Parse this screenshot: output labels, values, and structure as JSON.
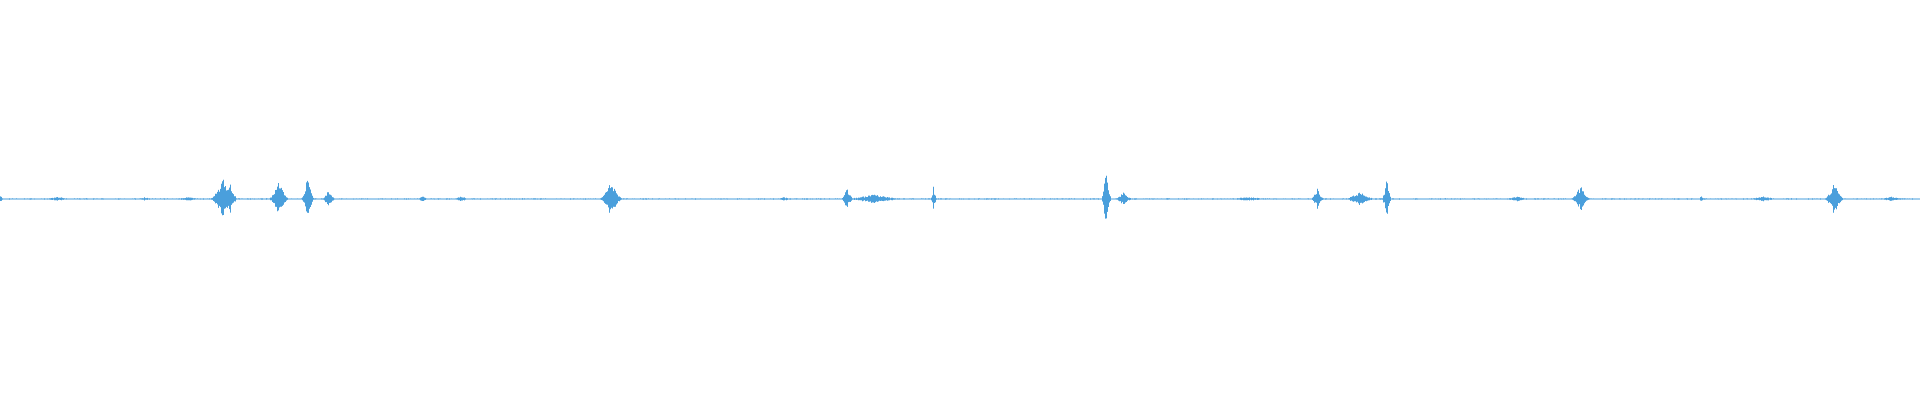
{
  "waveform": {
    "color": "#4a9fdc",
    "baseline_color": "#6aaee0",
    "background": "#ffffff",
    "duration_fraction_visible": 1.0,
    "events": [
      {
        "at": 0.0,
        "amp": 0.1,
        "width": 0.002
      },
      {
        "at": 0.03,
        "amp": 0.06,
        "width": 0.01
      },
      {
        "at": 0.075,
        "amp": 0.05,
        "width": 0.006
      },
      {
        "at": 0.098,
        "amp": 0.05,
        "width": 0.012
      },
      {
        "at": 0.116,
        "amp": 0.55,
        "width": 0.008
      },
      {
        "at": 0.12,
        "amp": 0.45,
        "width": 0.004
      },
      {
        "at": 0.145,
        "amp": 0.5,
        "width": 0.006
      },
      {
        "at": 0.16,
        "amp": 0.65,
        "width": 0.004
      },
      {
        "at": 0.171,
        "amp": 0.25,
        "width": 0.004
      },
      {
        "at": 0.22,
        "amp": 0.08,
        "width": 0.004
      },
      {
        "at": 0.24,
        "amp": 0.08,
        "width": 0.006
      },
      {
        "at": 0.318,
        "amp": 0.48,
        "width": 0.007
      },
      {
        "at": 0.408,
        "amp": 0.05,
        "width": 0.006
      },
      {
        "at": 0.441,
        "amp": 0.3,
        "width": 0.004
      },
      {
        "at": 0.455,
        "amp": 0.12,
        "width": 0.02
      },
      {
        "at": 0.486,
        "amp": 0.35,
        "width": 0.002
      },
      {
        "at": 0.576,
        "amp": 0.95,
        "width": 0.003
      },
      {
        "at": 0.585,
        "amp": 0.18,
        "width": 0.006
      },
      {
        "at": 0.65,
        "amp": 0.05,
        "width": 0.02
      },
      {
        "at": 0.686,
        "amp": 0.3,
        "width": 0.004
      },
      {
        "at": 0.708,
        "amp": 0.2,
        "width": 0.01
      },
      {
        "at": 0.722,
        "amp": 0.55,
        "width": 0.003
      },
      {
        "at": 0.79,
        "amp": 0.06,
        "width": 0.012
      },
      {
        "at": 0.823,
        "amp": 0.35,
        "width": 0.006
      },
      {
        "at": 0.886,
        "amp": 0.1,
        "width": 0.002
      },
      {
        "at": 0.918,
        "amp": 0.08,
        "width": 0.01
      },
      {
        "at": 0.955,
        "amp": 0.45,
        "width": 0.006
      },
      {
        "at": 0.985,
        "amp": 0.06,
        "width": 0.01
      }
    ]
  }
}
